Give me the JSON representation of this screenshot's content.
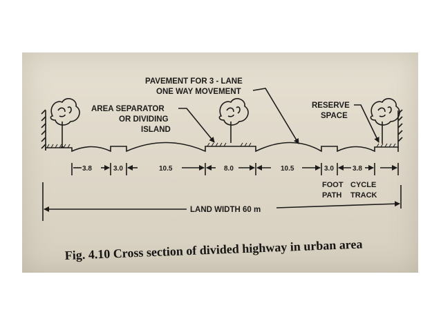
{
  "labels": {
    "pavement_line1": "PAVEMENT FOR 3 - LANE",
    "pavement_line2": "ONE WAY MOVEMENT",
    "separator_line1": "AREA SEPARATOR",
    "separator_line2": "OR DIVIDING",
    "separator_line3": "ISLAND",
    "reserve_line1": "RESERVE",
    "reserve_line2": "SPACE",
    "foot_line1": "FOOT",
    "foot_line2": "PATH",
    "cycle_line1": "CYCLE",
    "cycle_line2": "TRACK",
    "land_width": "LAND WIDTH 60 m"
  },
  "dimensions": [
    "3.8",
    "3.0",
    "10.5",
    "8.0",
    "10.5",
    "3.0",
    "3.8"
  ],
  "caption": "Fig. 4.10 Cross section of divided highway in urban area"
}
